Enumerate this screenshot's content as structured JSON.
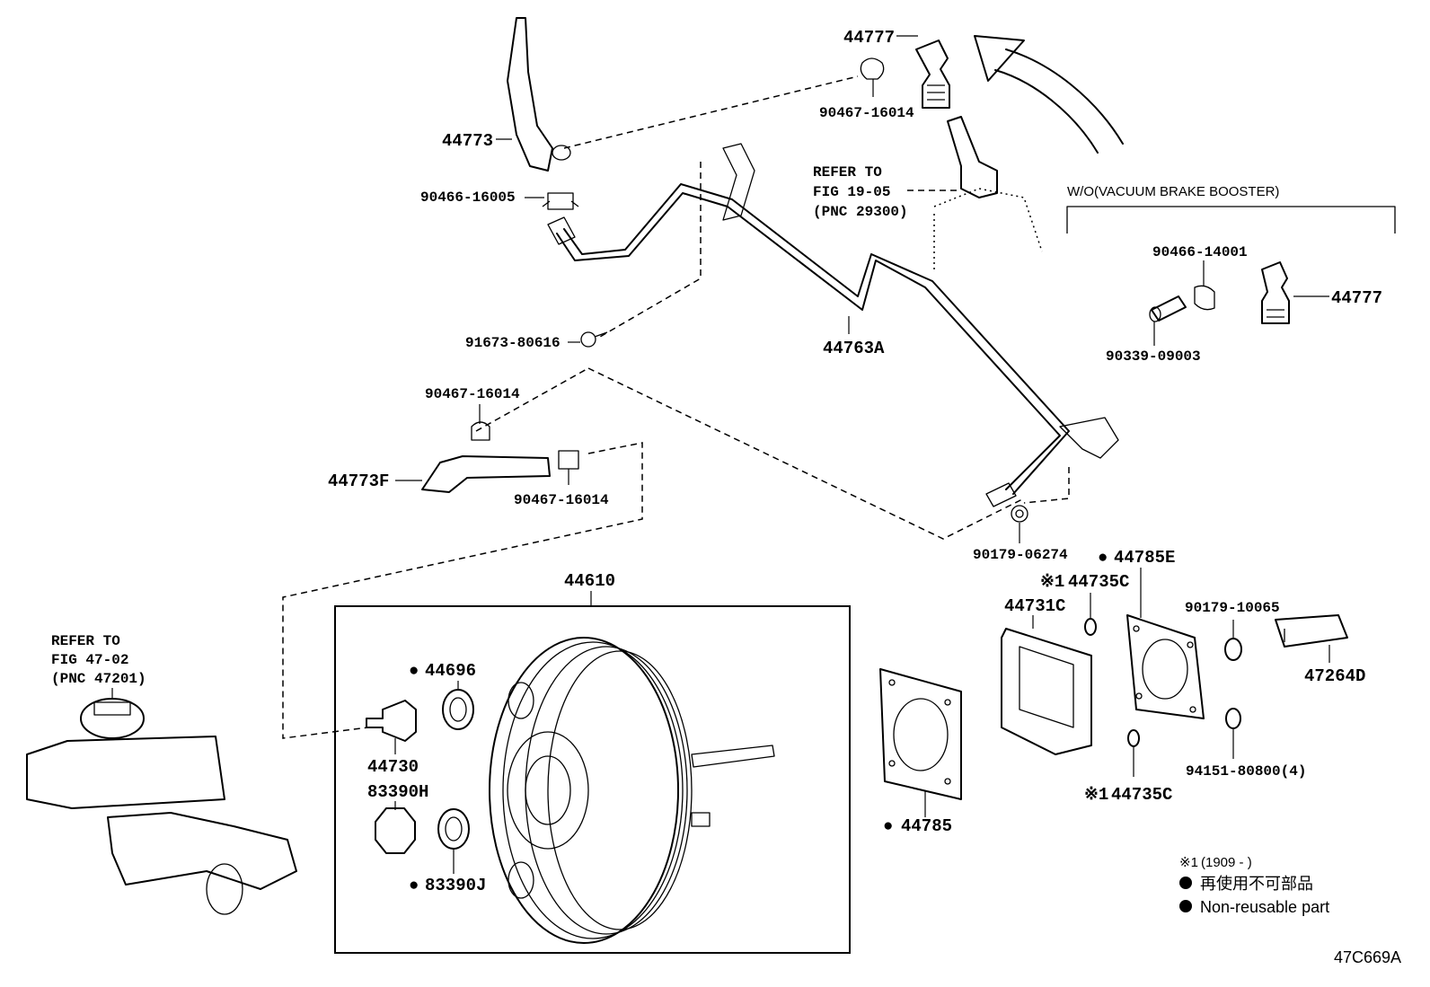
{
  "figure_code": "47C669A",
  "parts": {
    "p44777_top": "44777",
    "p90467_16014_top": "90467-16014",
    "p44773": "44773",
    "p90466_16005": "90466-16005",
    "p91673_80616": "91673-80616",
    "p44763A": "44763A",
    "p90467_16014_mid": "90467-16014",
    "p44773F": "44773F",
    "p90467_16014_low": "90467-16014",
    "p90179_06274": "90179-06274",
    "p44610": "44610",
    "p44696": "44696",
    "p44730": "44730",
    "p83390H": "83390H",
    "p83390J": "83390J",
    "p44785": "44785",
    "p44731C": "44731C",
    "p44735C_top": "44735C",
    "p44785E": "44785E",
    "p44735C_bot": "44735C",
    "p90179_10065": "90179-10065",
    "p47264D": "47264D",
    "p94151_80800": "94151-80800(4)",
    "p90466_14001": "90466-14001",
    "p44777_right": "44777",
    "p90339_09003": "90339-09003"
  },
  "refer_fig19": {
    "line1": "REFER TO",
    "line2": "FIG 19-05",
    "line3": "(PNC 29300)"
  },
  "refer_fig47": {
    "line1": "REFER TO",
    "line2": "FIG 47-02",
    "line3": "(PNC 47201)"
  },
  "variant_box_title": "W/O(VACUUM BRAKE BOOSTER)",
  "legend": {
    "note_mark": "※1",
    "note_range": "(1909 -       )",
    "non_reusable_jp": "再使用不可部品",
    "non_reusable_en": "Non-reusable part"
  },
  "symbols": {
    "dot": "●",
    "note_prefix": "※1"
  }
}
